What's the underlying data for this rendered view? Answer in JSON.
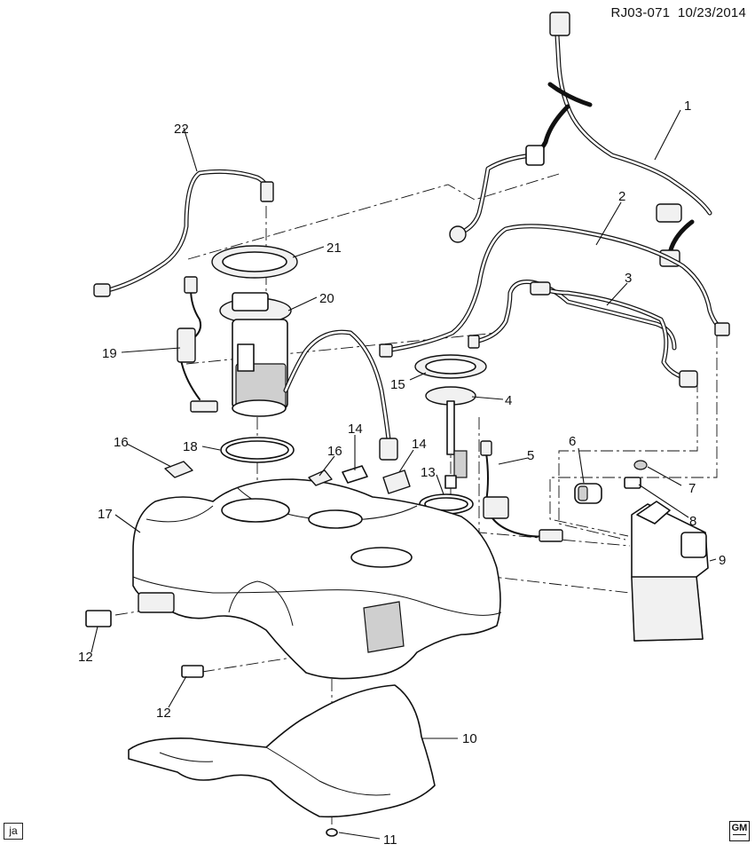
{
  "diagram": {
    "reference_code": "RJ03-071",
    "date": "10/23/2014",
    "corner_tag": "ja",
    "logo_text": "GM"
  },
  "callouts": [
    {
      "label": "1"
    },
    {
      "label": "2"
    },
    {
      "label": "3"
    },
    {
      "label": "4"
    },
    {
      "label": "5"
    },
    {
      "label": "6"
    },
    {
      "label": "7"
    },
    {
      "label": "8"
    },
    {
      "label": "9"
    },
    {
      "label": "10"
    },
    {
      "label": "11"
    },
    {
      "label": "12"
    },
    {
      "label": "12"
    },
    {
      "label": "13"
    },
    {
      "label": "14"
    },
    {
      "label": "14"
    },
    {
      "label": "15"
    },
    {
      "label": "16"
    },
    {
      "label": "16"
    },
    {
      "label": "17"
    },
    {
      "label": "18"
    },
    {
      "label": "19"
    },
    {
      "label": "20"
    },
    {
      "label": "21"
    },
    {
      "label": "22"
    }
  ]
}
